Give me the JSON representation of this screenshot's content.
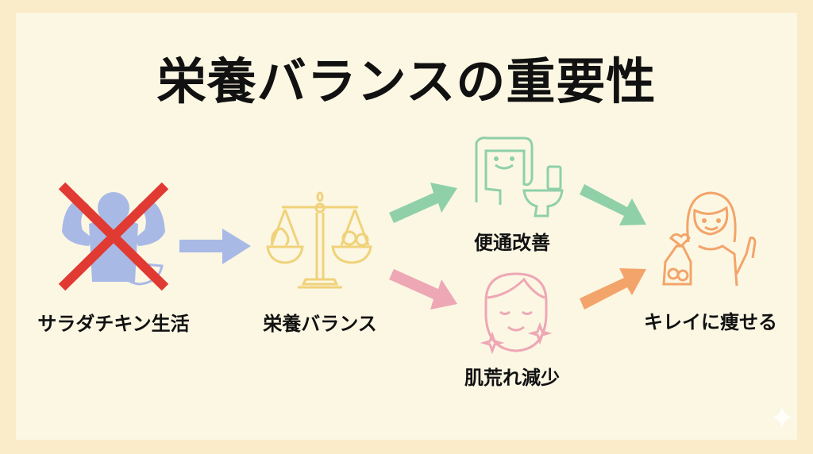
{
  "title": "栄養バランスの重要性",
  "nodes": {
    "salad_chicken": {
      "label": "サラダチキン生活",
      "icon": "crossed-out-muscle-person-icon"
    },
    "balance": {
      "label": "栄養バランス",
      "icon": "balance-scale-icon"
    },
    "bowel": {
      "label": "便通改善",
      "icon": "intestine-toilet-icon"
    },
    "skin": {
      "label": "肌荒れ減少",
      "icon": "face-sparkle-icon"
    },
    "slim": {
      "label": "キレイに痩せる",
      "icon": "woman-with-bag-icon"
    }
  },
  "colors": {
    "blue": "#a9b9e6",
    "red": "#e03a33",
    "yellow": "#f0d27a",
    "green": "#8fd0a9",
    "pink": "#eea7b5",
    "orange": "#f3a46a"
  }
}
